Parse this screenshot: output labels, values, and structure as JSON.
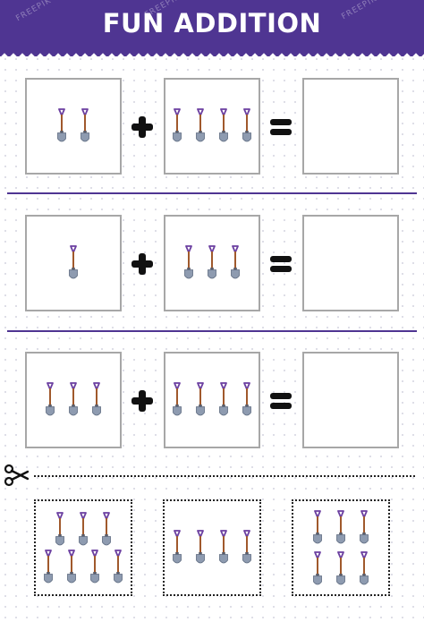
{
  "header": {
    "title": "FUN ADDITION",
    "watermark": "FREEPIK"
  },
  "colors": {
    "banner": "#4f3592",
    "shovel_handle": "#a0592c",
    "shovel_grip": "#6b3fa0",
    "shovel_blade": "#8e9bb0",
    "box_border": "#a7a7a7",
    "operator": "#111111"
  },
  "problems": [
    {
      "addend_a": 2,
      "addend_b": 4,
      "answer": ""
    },
    {
      "addend_a": 1,
      "addend_b": 3,
      "answer": ""
    },
    {
      "addend_a": 3,
      "addend_b": 4,
      "answer": ""
    }
  ],
  "cutout_choices": [
    {
      "count": 7
    },
    {
      "count": 4
    },
    {
      "count": 6
    }
  ],
  "icons": {
    "object": "shovel-icon",
    "plus": "plus-icon",
    "equals": "equals-icon",
    "cut": "scissors-icon"
  }
}
